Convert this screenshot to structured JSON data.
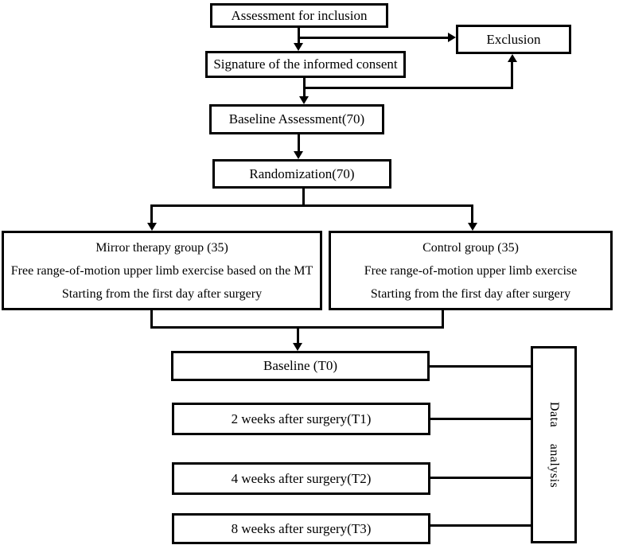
{
  "diagram": {
    "type": "study-flowchart",
    "colors": {
      "line": "#000000",
      "background": "#ffffff",
      "box_fill": "#ffffff"
    },
    "nodes": {
      "assessment": {
        "label": "Assessment for inclusion"
      },
      "exclusion": {
        "label": "Exclusion"
      },
      "signature": {
        "label": "Signature of the informed consent"
      },
      "baseline_assessment": {
        "label": "Baseline Assessment(70)"
      },
      "randomization": {
        "label": "Randomization(70)"
      },
      "mirror_group": {
        "lines": [
          "Mirror therapy group (35)",
          "Free range-of-motion upper limb exercise based on the MT",
          "Starting from the first day after surgery"
        ]
      },
      "control_group": {
        "lines": [
          "Control group (35)",
          "Free range-of-motion upper limb exercise",
          "Starting from the first day after surgery"
        ]
      },
      "t0": {
        "label": "Baseline (T0)"
      },
      "t1": {
        "label": "2 weeks after surgery(T1)"
      },
      "t2": {
        "label": "4 weeks after surgery(T2)"
      },
      "t3": {
        "label": "8 weeks after surgery(T3)"
      },
      "data_analysis": {
        "label": "Data analysis"
      }
    }
  }
}
